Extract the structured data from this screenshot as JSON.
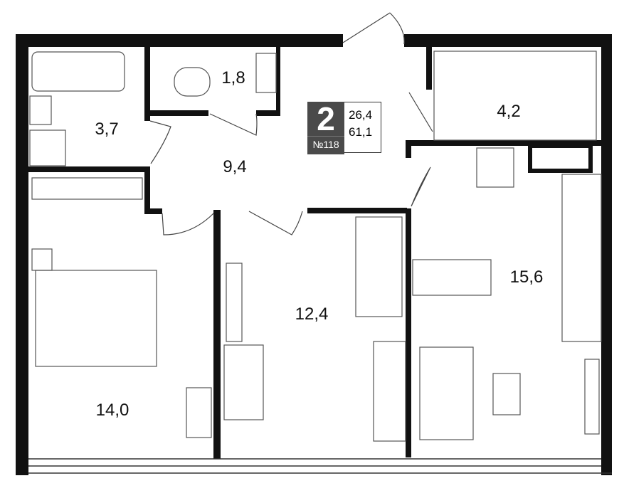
{
  "apartment": {
    "rooms_count": "2",
    "number": "№118",
    "living_area": "26,4",
    "total_area": "61,1"
  },
  "rooms": [
    {
      "name": "bathroom",
      "area": "3,7"
    },
    {
      "name": "toilet",
      "area": "1,8"
    },
    {
      "name": "hallway",
      "area": "9,4"
    },
    {
      "name": "wardrobe",
      "area": "4,2"
    },
    {
      "name": "bedroom",
      "area": "14,0"
    },
    {
      "name": "room",
      "area": "12,4"
    },
    {
      "name": "kitchen-living",
      "area": "15,6"
    }
  ],
  "colors": {
    "wall": "#111111",
    "badge": "#4a4a4a",
    "furniture": "#555555"
  }
}
